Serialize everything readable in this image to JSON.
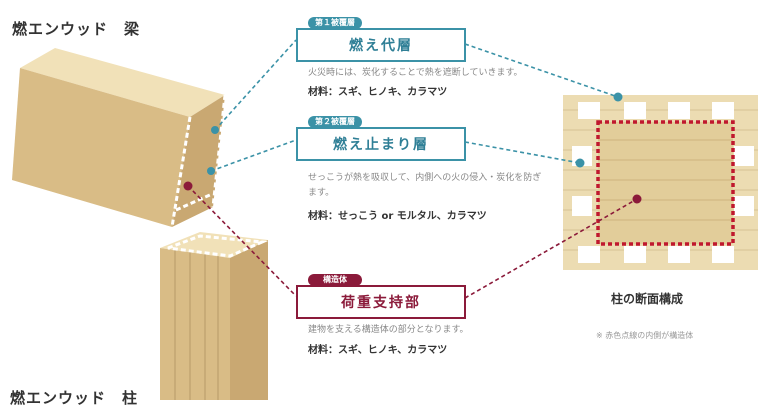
{
  "titles": {
    "beam": "燃エンウッド　梁",
    "column": "燃エンウッド　柱",
    "section": "柱の断面構成"
  },
  "layers": [
    {
      "tag": "第１被覆層",
      "name": "燃え代層",
      "desc": "火災時には、炭化することで熱を遮断していきます。",
      "material": "材料：スギ、ヒノキ、カラマツ",
      "color": "#3b92a7"
    },
    {
      "tag": "第２被覆層",
      "name": "燃え止まり層",
      "desc": "せっこうが熱を吸収して、内側への火の侵入・炭化を防ぎます。",
      "material": "材料：せっこう or モルタル、カラマツ",
      "color": "#3b92a7"
    },
    {
      "tag": "構造体",
      "name": "荷重支持部",
      "desc": "建物を支える構造体の部分となります。",
      "material": "材料：スギ、ヒノキ、カラマツ",
      "color": "#8b1a3a"
    }
  ],
  "note": "※ 赤色点線の内側が構造体"
}
